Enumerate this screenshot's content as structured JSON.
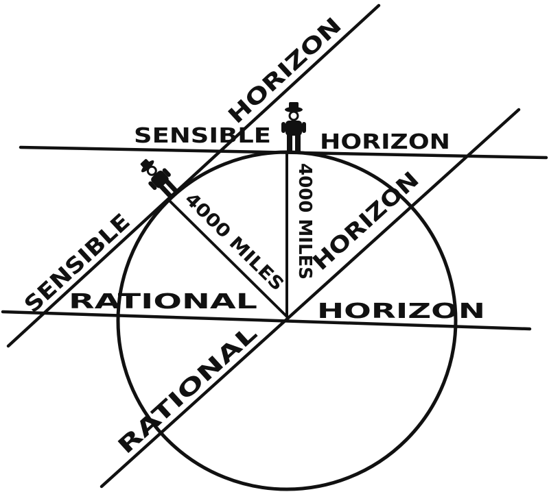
{
  "diagram": {
    "labels": {
      "sensible_horizon_top_left": "SENSIBLE",
      "sensible_horizon_top_right": "HORIZON",
      "sensible_horizon_tilted_upper": "HORIZON",
      "sensible_horizon_tilted_lower": "SENSIBLE",
      "rational_horizon_left": "RATIONAL",
      "rational_horizon_right": "HORIZON",
      "rational_horizon_tilted_upper": "HORIZON",
      "rational_horizon_tilted_lower": "RATIONAL",
      "radius_vertical": "4000 MILES",
      "radius_diagonal": "4000 MILES"
    },
    "colors": {
      "ink": "#111111",
      "paper": "#ffffff"
    },
    "icons": [
      "observer-top-figure",
      "observer-side-figure"
    ]
  }
}
